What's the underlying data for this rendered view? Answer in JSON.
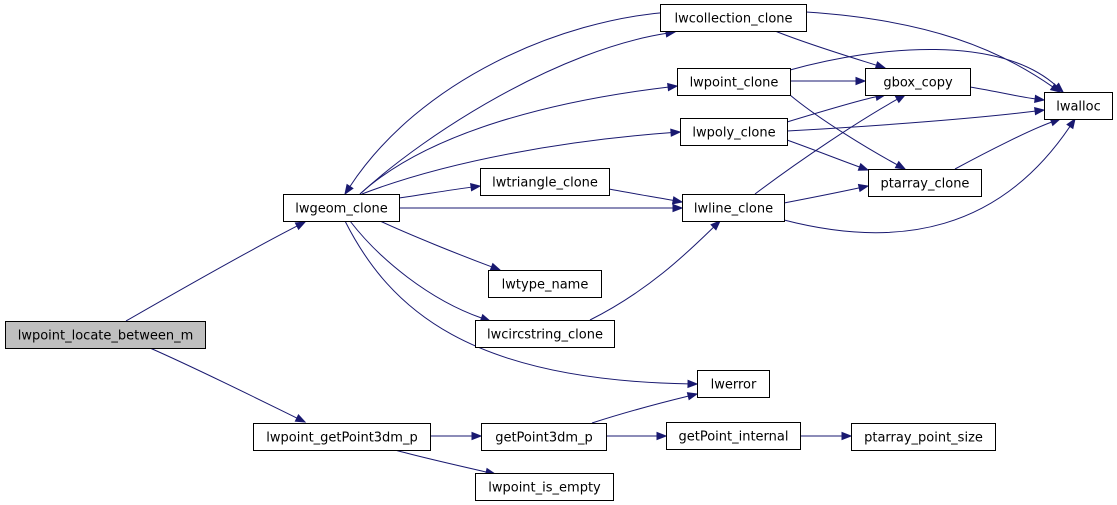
{
  "diagram": {
    "edge_color": "#191970",
    "root_fill": "#bfbfbf",
    "nodes": [
      {
        "id": "lwpoint_locate_between_m",
        "label": "lwpoint_locate_between_m",
        "root": true
      },
      {
        "id": "lwgeom_clone",
        "label": "lwgeom_clone"
      },
      {
        "id": "lwpoint_getPoint3dm_p",
        "label": "lwpoint_getPoint3dm_p"
      },
      {
        "id": "lwcollection_clone",
        "label": "lwcollection_clone"
      },
      {
        "id": "lwpoint_clone",
        "label": "lwpoint_clone"
      },
      {
        "id": "lwpoly_clone",
        "label": "lwpoly_clone"
      },
      {
        "id": "lwtriangle_clone",
        "label": "lwtriangle_clone"
      },
      {
        "id": "lwtype_name",
        "label": "lwtype_name"
      },
      {
        "id": "lwcircstring_clone",
        "label": "lwcircstring_clone"
      },
      {
        "id": "lwerror",
        "label": "lwerror"
      },
      {
        "id": "getPoint3dm_p",
        "label": "getPoint3dm_p"
      },
      {
        "id": "lwpoint_is_empty",
        "label": "lwpoint_is_empty"
      },
      {
        "id": "gbox_copy",
        "label": "gbox_copy"
      },
      {
        "id": "lwline_clone",
        "label": "lwline_clone"
      },
      {
        "id": "ptarray_clone",
        "label": "ptarray_clone"
      },
      {
        "id": "lwalloc",
        "label": "lwalloc"
      },
      {
        "id": "getPoint_internal",
        "label": "getPoint_internal"
      },
      {
        "id": "ptarray_point_size",
        "label": "ptarray_point_size"
      }
    ],
    "edges": [
      {
        "from": "lwpoint_locate_between_m",
        "to": "lwgeom_clone"
      },
      {
        "from": "lwpoint_locate_between_m",
        "to": "lwpoint_getPoint3dm_p"
      },
      {
        "from": "lwgeom_clone",
        "to": "lwcollection_clone"
      },
      {
        "from": "lwgeom_clone",
        "to": "lwpoint_clone"
      },
      {
        "from": "lwgeom_clone",
        "to": "lwpoly_clone"
      },
      {
        "from": "lwgeom_clone",
        "to": "lwtriangle_clone"
      },
      {
        "from": "lwgeom_clone",
        "to": "lwline_clone"
      },
      {
        "from": "lwgeom_clone",
        "to": "lwtype_name"
      },
      {
        "from": "lwgeom_clone",
        "to": "lwcircstring_clone"
      },
      {
        "from": "lwgeom_clone",
        "to": "lwerror"
      },
      {
        "from": "lwcollection_clone",
        "to": "lwgeom_clone"
      },
      {
        "from": "lwcollection_clone",
        "to": "gbox_copy"
      },
      {
        "from": "lwcollection_clone",
        "to": "lwalloc"
      },
      {
        "from": "lwpoint_clone",
        "to": "gbox_copy"
      },
      {
        "from": "lwpoint_clone",
        "to": "lwalloc"
      },
      {
        "from": "lwpoint_clone",
        "to": "ptarray_clone"
      },
      {
        "from": "lwpoly_clone",
        "to": "gbox_copy"
      },
      {
        "from": "lwpoly_clone",
        "to": "lwalloc"
      },
      {
        "from": "lwpoly_clone",
        "to": "ptarray_clone"
      },
      {
        "from": "lwtriangle_clone",
        "to": "lwline_clone"
      },
      {
        "from": "lwcircstring_clone",
        "to": "lwline_clone"
      },
      {
        "from": "lwline_clone",
        "to": "gbox_copy"
      },
      {
        "from": "lwline_clone",
        "to": "ptarray_clone"
      },
      {
        "from": "lwline_clone",
        "to": "lwalloc"
      },
      {
        "from": "gbox_copy",
        "to": "lwalloc"
      },
      {
        "from": "ptarray_clone",
        "to": "lwalloc"
      },
      {
        "from": "lwpoint_getPoint3dm_p",
        "to": "getPoint3dm_p"
      },
      {
        "from": "lwpoint_getPoint3dm_p",
        "to": "lwpoint_is_empty"
      },
      {
        "from": "getPoint3dm_p",
        "to": "lwerror"
      },
      {
        "from": "getPoint3dm_p",
        "to": "getPoint_internal"
      },
      {
        "from": "getPoint_internal",
        "to": "ptarray_point_size"
      }
    ]
  }
}
